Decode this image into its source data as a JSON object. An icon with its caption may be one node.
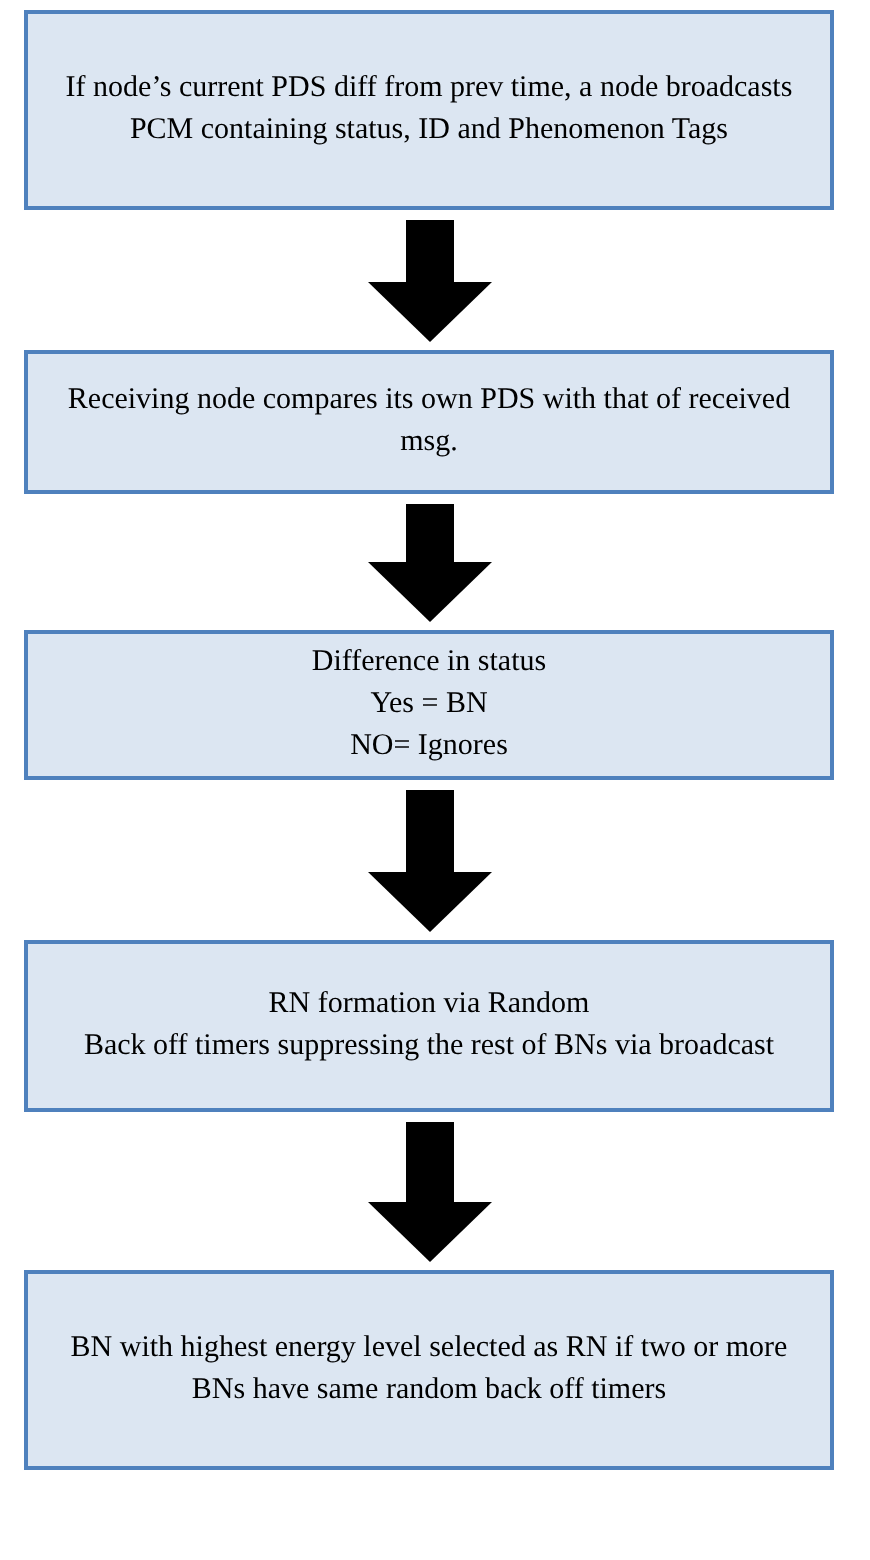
{
  "diagram": {
    "nodes": [
      {
        "text": [
          "If node’s current PDS diff from prev time, a node broadcasts PCM containing status, ID and Phenomenon Tags"
        ]
      },
      {
        "text": [
          "Receiving node compares its own PDS with that of received msg."
        ]
      },
      {
        "text": [
          "Difference in status",
          "Yes = BN",
          "NO= Ignores"
        ]
      },
      {
        "text": [
          "RN formation via Random",
          "Back off timers suppressing the rest of BNs via broadcast"
        ]
      },
      {
        "text": [
          "BN with highest energy level selected as RN if two or more BNs have same random back off timers"
        ]
      }
    ],
    "edges": [
      {
        "from": 0,
        "to": 1,
        "arrow": "to"
      },
      {
        "from": 1,
        "to": 2,
        "arrow": "to"
      },
      {
        "from": 2,
        "to": 3,
        "arrow": "to"
      },
      {
        "from": 3,
        "to": 4,
        "arrow": "to"
      }
    ]
  }
}
